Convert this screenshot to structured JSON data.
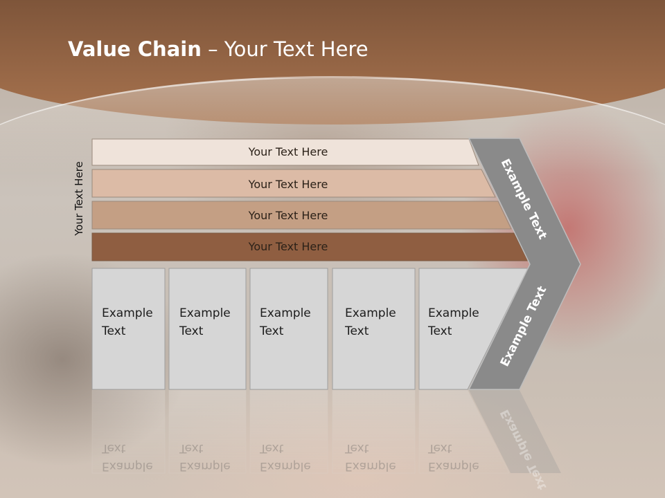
{
  "slide": {
    "title_bold": "Value Chain",
    "title_rest": " – Your Text Here",
    "side_label": "Your Text Here",
    "bars": [
      {
        "label": "Your Text Here",
        "color": "#efe3da"
      },
      {
        "label": "Your Text Here",
        "color": "#dcbba6"
      },
      {
        "label": "Your Text Here",
        "color": "#c49f84"
      },
      {
        "label": "Your Text Here",
        "color": "#8f5e41"
      }
    ],
    "cells": [
      {
        "line1": "Example",
        "line2": "Text"
      },
      {
        "line1": "Example",
        "line2": "Text"
      },
      {
        "line1": "Example",
        "line2": "Text"
      },
      {
        "line1": "Example",
        "line2": "Text"
      },
      {
        "line1": "Example",
        "line2": "Text"
      }
    ],
    "chevron": {
      "upper_label": "Example Text",
      "lower_label": "Example Text",
      "color": "#8a8a8a"
    }
  }
}
